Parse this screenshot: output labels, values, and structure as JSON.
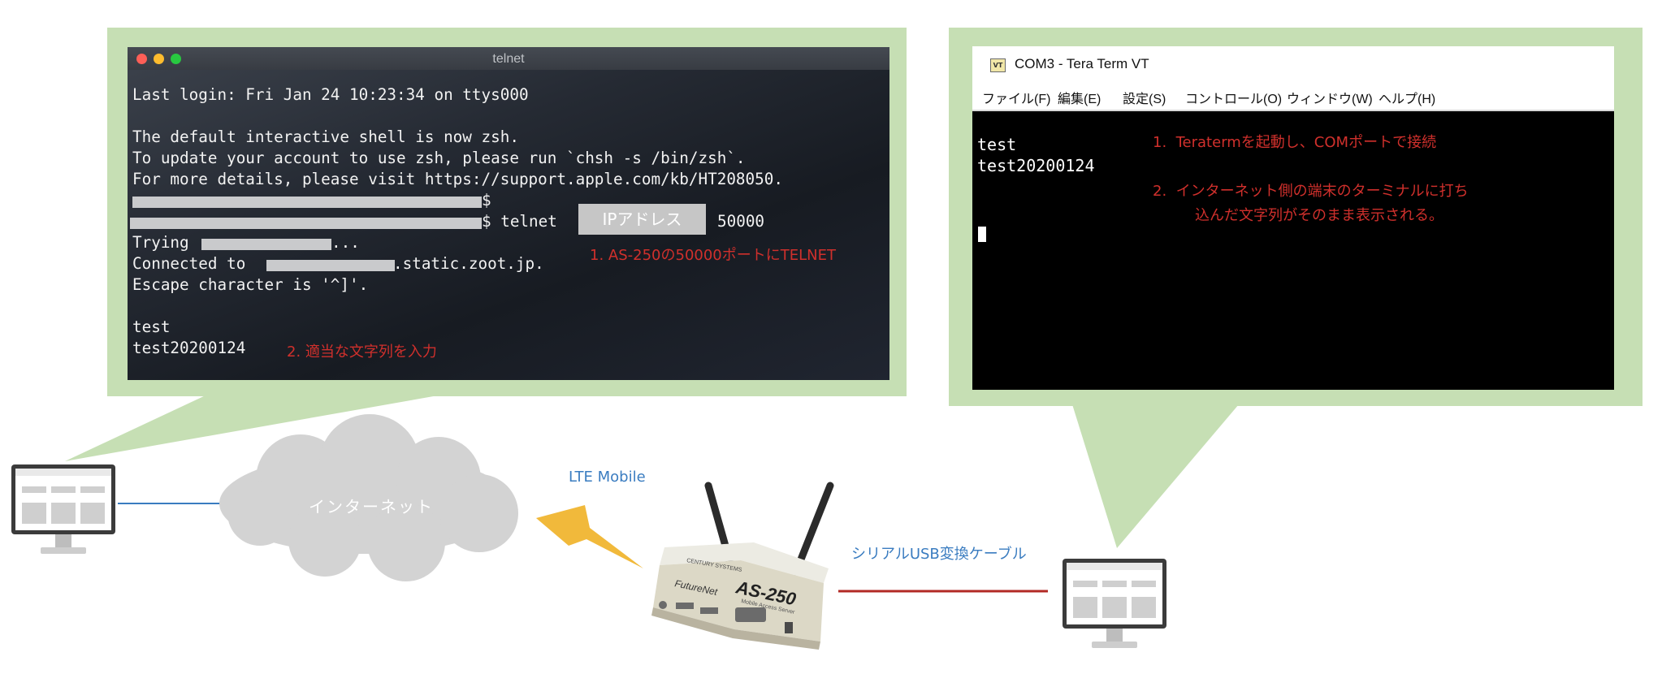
{
  "telnet_terminal": {
    "title": "telnet",
    "lines": [
      "Last login: Fri Jan 24 10:23:34 on ttys000",
      "",
      "The default interactive shell is now zsh.",
      "To update your account to use zsh, please run `chsh -s /bin/zsh`.",
      "For more details, please visit https://support.apple.com/kb/HT208050.",
      "$",
      "$ telnet",
      "Trying",
      "Connected to",
      "Escape character is '^]'.",
      "",
      "test",
      "test20200124"
    ],
    "trying_suffix": "...",
    "connected_suffix": ".static.zoot.jp.",
    "port": "50000",
    "ip_placeholder": "IPアドレス",
    "note_1": "1. AS-250の50000ポートにTELNET",
    "note_2": "2. 適当な文字列を入力"
  },
  "teraterm": {
    "title": "COM3 - Tera Term VT",
    "icon_label": "VT",
    "menu": [
      "ファイル(F)",
      "編集(E)",
      "設定(S)",
      "コントロール(O)",
      "ウィンドウ(W)",
      "ヘルプ(H)"
    ],
    "lines": [
      "test",
      "test20200124"
    ],
    "note_1": "1.  Teratermを起動し、COMポートで接続",
    "note_2_line1": "2.  インターネット側の端末のターミナルに打ち",
    "note_2_line2": "込んだ文字列がそのまま表示される。"
  },
  "diagram": {
    "cloud_label": "インターネット",
    "lte_label": "LTE Mobile",
    "cable_label": "シリアルUSB変換ケーブル",
    "router_brand": "CENTURY SYSTEMS",
    "router_series": "FutureNet",
    "router_model": "AS-250",
    "router_subtitle": "Mobile Access Server",
    "colors": {
      "callout": "#c6dfb4",
      "note_red": "#d0302c",
      "label_blue": "#3a7cc0",
      "internet_line": "#3a7cc0",
      "serial_line": "#b22a25",
      "lightning": "#f1b93b",
      "cloud": "#d3d3d3"
    }
  }
}
